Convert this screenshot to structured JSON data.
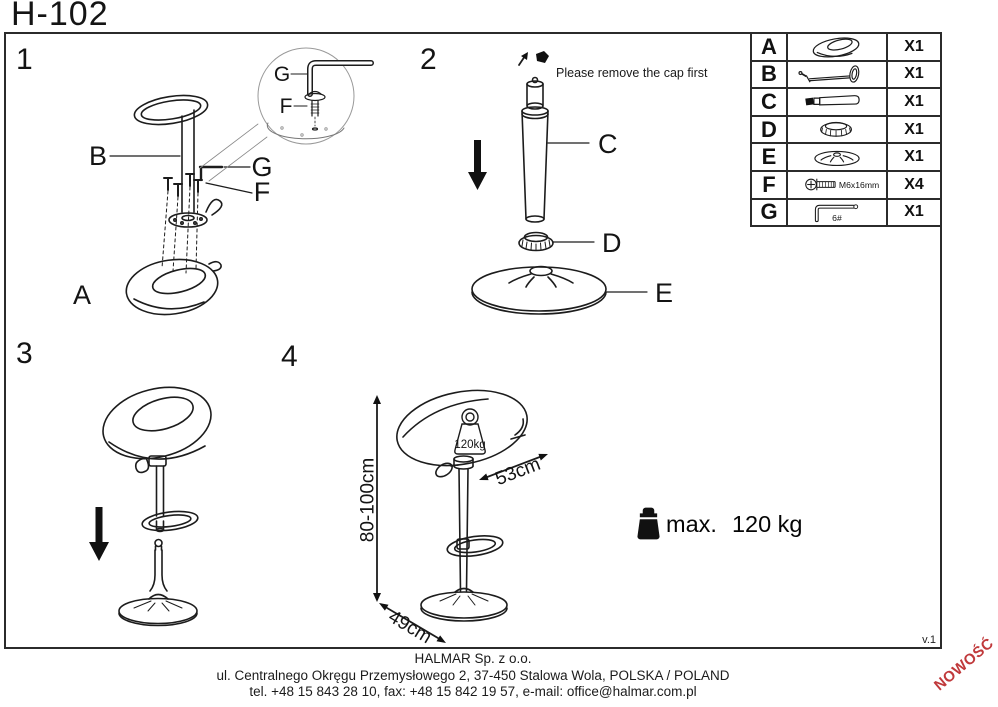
{
  "title": "H-102",
  "version_label": "v.1",
  "ribbon": {
    "text": "NOWOŚĆ",
    "color": "#c0393b"
  },
  "parts_table": {
    "rows": [
      {
        "letter": "A",
        "icon": "seat-part-icon",
        "spec": "",
        "qty": "X1"
      },
      {
        "letter": "B",
        "icon": "footrest-frame-part-icon",
        "spec": "",
        "qty": "X1"
      },
      {
        "letter": "C",
        "icon": "gas-lift-part-icon",
        "spec": "",
        "qty": "X1"
      },
      {
        "letter": "D",
        "icon": "cone-cover-part-icon",
        "spec": "",
        "qty": "X1"
      },
      {
        "letter": "E",
        "icon": "base-part-icon",
        "spec": "",
        "qty": "X1"
      },
      {
        "letter": "F",
        "icon": "bolt-part-icon",
        "spec": "M6x16mm",
        "qty": "X4"
      },
      {
        "letter": "G",
        "icon": "allen-key-part-icon",
        "spec": "6#",
        "qty": "X1"
      }
    ]
  },
  "steps": {
    "step1": {
      "number": "1",
      "label_a": "A",
      "label_b": "B",
      "label_f": "F",
      "label_g": "G",
      "inset_label_f": "F",
      "inset_label_g": "G"
    },
    "step2": {
      "number": "2",
      "note": "Please remove the cap first",
      "label_c": "C",
      "label_d": "D",
      "label_e": "E"
    },
    "step3": {
      "number": "3"
    },
    "step4": {
      "number": "4",
      "dim_height": "80-100cm",
      "dim_seat": "53cm",
      "dim_base": "49cm",
      "load_badge": "120kg"
    }
  },
  "max_load": {
    "prefix": "max.",
    "value": "120 kg"
  },
  "footer": {
    "company": "HALMAR Sp. z o.o.",
    "address": "ul. Centralnego Okręgu Przemysłowego 2, 37-450 Stalowa Wola, POLSKA / POLAND",
    "contact": "tel. +48 15 843 28 10, fax: +48 15 842 19 57, e-mail: office@halmar.com.pl"
  }
}
